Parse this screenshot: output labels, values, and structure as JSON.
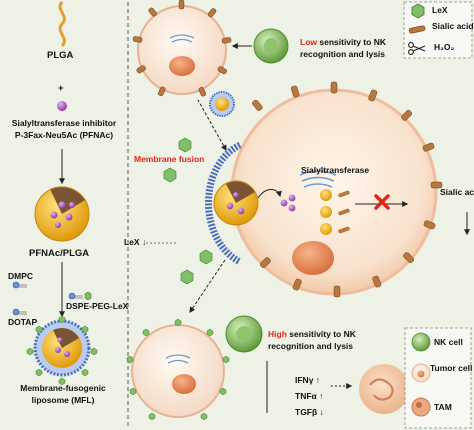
{
  "left_panel": {
    "plga": "PLGA",
    "plus": "+",
    "inhibitor_line1": "Sialyltransferase inhibitor",
    "inhibitor_line2": "P-3Fax-Neu5Ac (PFNAc)",
    "pfnac_plga": "PFNAc/PLGA",
    "dmpc": "DMPC",
    "dotap": "DOTAP",
    "dspe_peg_lex": "DSPE-PEG-LeX",
    "mfl_line1": "Membrane-fusogenic",
    "mfl_line2": "liposome (MFL)"
  },
  "top": {
    "low": "Low",
    "low_rest1": "sensitivity to NK",
    "low_rest2": "recognition and lysis"
  },
  "center": {
    "membrane_fusion": "Membrane fusion",
    "sialyltransferase": "Sialyltransferase",
    "lex": "LeX ↓",
    "sialic_acid": "Sialic acid"
  },
  "bottom": {
    "high": "High",
    "high_rest1": "sensitivity to NK",
    "high_rest2": "recognition and lysis",
    "ifn": "IFNγ ↑",
    "tnf": "TNFα ↑",
    "tgf": "TGFβ ↓"
  },
  "legend_top": {
    "lex": "LeX",
    "sialic": "Sialic acid",
    "h2o2": "H₂O₂"
  },
  "legend_bottom": {
    "nk_cell": "NK cell",
    "tumor_cell": "Tumor cell",
    "tam": "TAM"
  },
  "colors": {
    "background": "#eef2e6",
    "accent_red": "#e0261b",
    "lex_green": "#7fbf68",
    "sialic_brown": "#b8773e",
    "nanoparticle_gold": "#e09a0a",
    "inhibitor_purple": "#8a3aa7",
    "lipid_blue": "#4d6fbb"
  }
}
